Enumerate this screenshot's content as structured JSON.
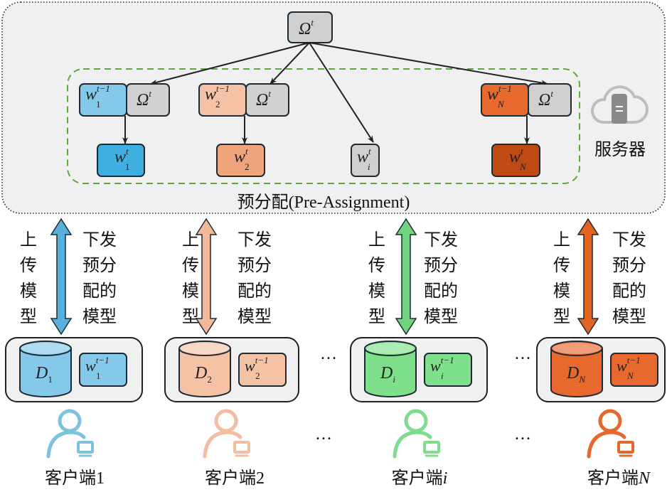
{
  "server": {
    "label": "服务器",
    "omega": "Ω",
    "t": "t",
    "pre_assignment_label": "预分配(Pre-Assignment)",
    "server_icon": "cloud-server-icon"
  },
  "symbols": {
    "w": "w",
    "D": "D",
    "t": "t",
    "t_minus_1": "t−1"
  },
  "arrows": {
    "upload": [
      "上",
      "传",
      "模",
      "型"
    ],
    "download": [
      "下发",
      "预分",
      "配的",
      "模型"
    ]
  },
  "ellipsis": "…",
  "clients": [
    {
      "index": "1",
      "name_prefix": "客户端",
      "light": "#85c9ea",
      "dark": "#41aee0",
      "arrow": "#5ab0dc",
      "icon": "#7fc2dd"
    },
    {
      "index": "2",
      "name_prefix": "客户端",
      "light": "#f5c2a6",
      "dark": "#f0a47c",
      "arrow": "#f2b89a",
      "icon": "#f2bda3"
    },
    {
      "index": "i",
      "name_prefix": "客户端",
      "light": "#7fe08c",
      "dark": "#d0d0d0",
      "arrow": "#6fd47f",
      "icon": "#7fdc8c"
    },
    {
      "index": "N",
      "name_prefix": "客户端",
      "light": "#e8692e",
      "dark": "#c04a14",
      "arrow": "#e4631f",
      "icon": "#e4692e"
    }
  ],
  "colors": {
    "gray_box": "#d0d0d0",
    "server_bg": "#f0f0f0",
    "dashed_group": "#5aaa3a"
  }
}
